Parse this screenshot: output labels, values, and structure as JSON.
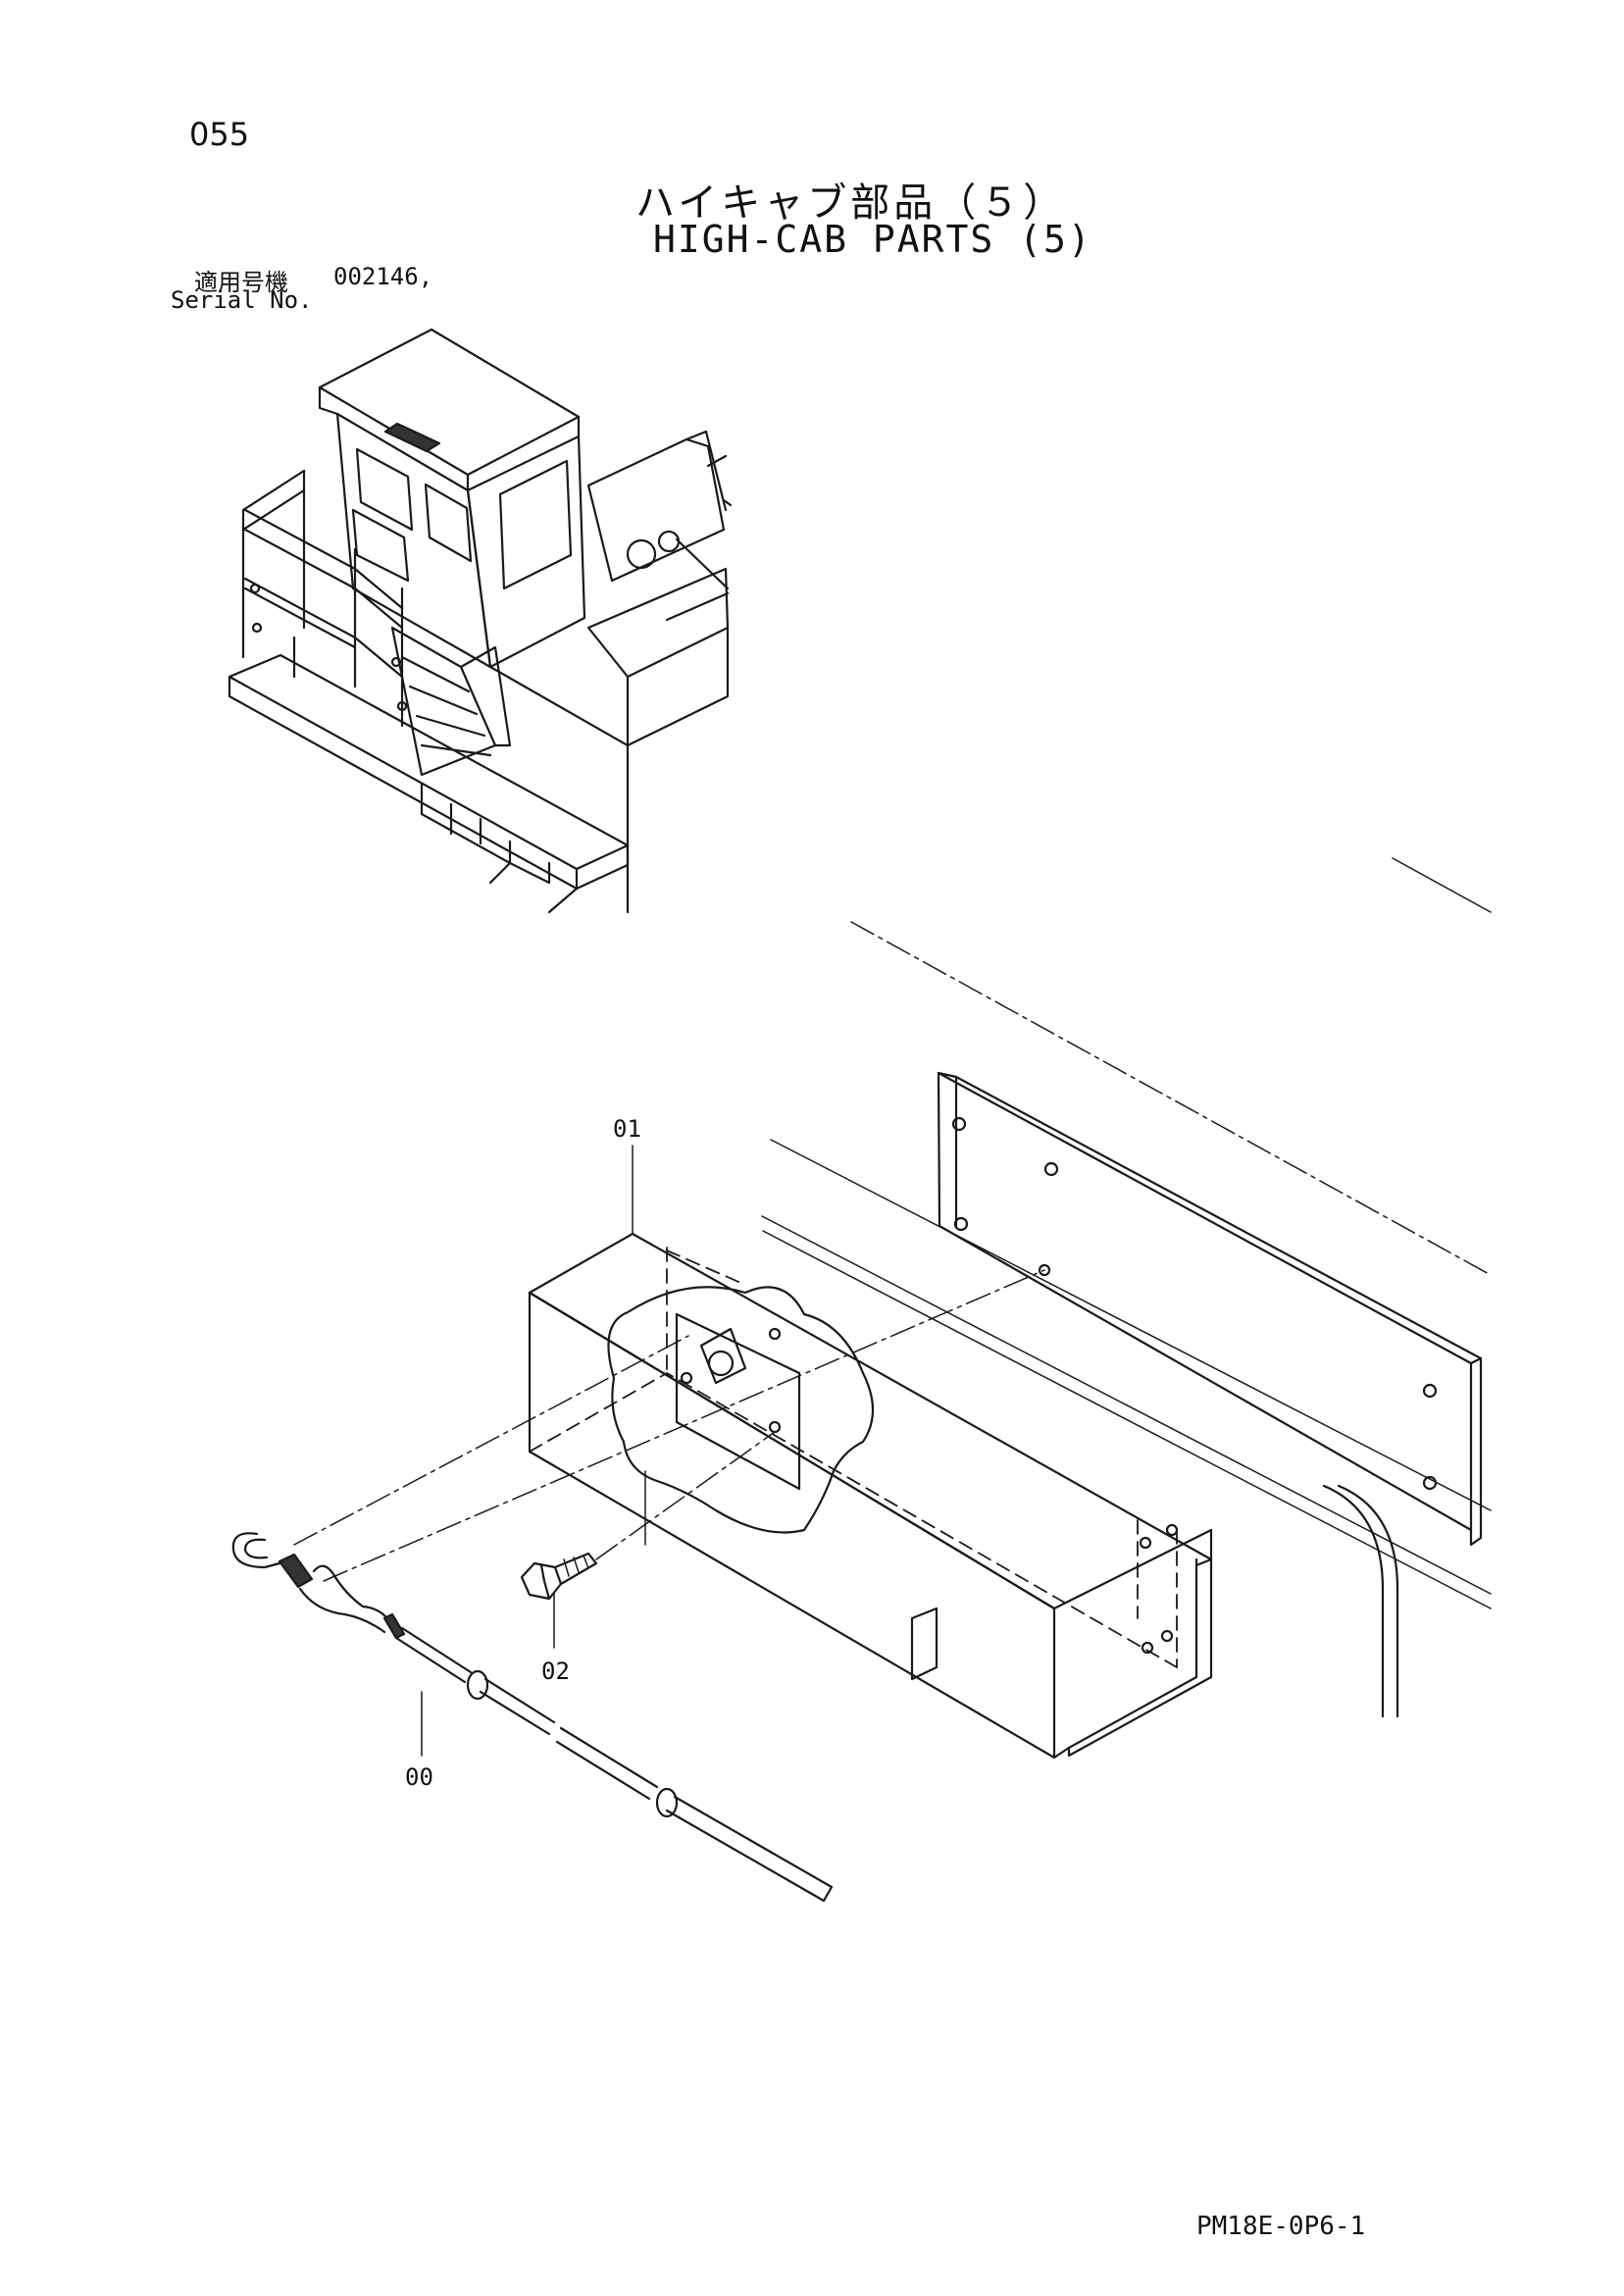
{
  "page_number": "055",
  "title_jp": "ハイキャブ部品（５）",
  "title_en": "HIGH-CAB PARTS (5)",
  "serial_label_jp": "適用号機",
  "serial_value": "002146,",
  "serial_label_en": "Serial No.",
  "callouts": {
    "part_01": "01",
    "part_02": "02",
    "part_00": "00"
  },
  "document_code": "PM18E-0P6-1"
}
